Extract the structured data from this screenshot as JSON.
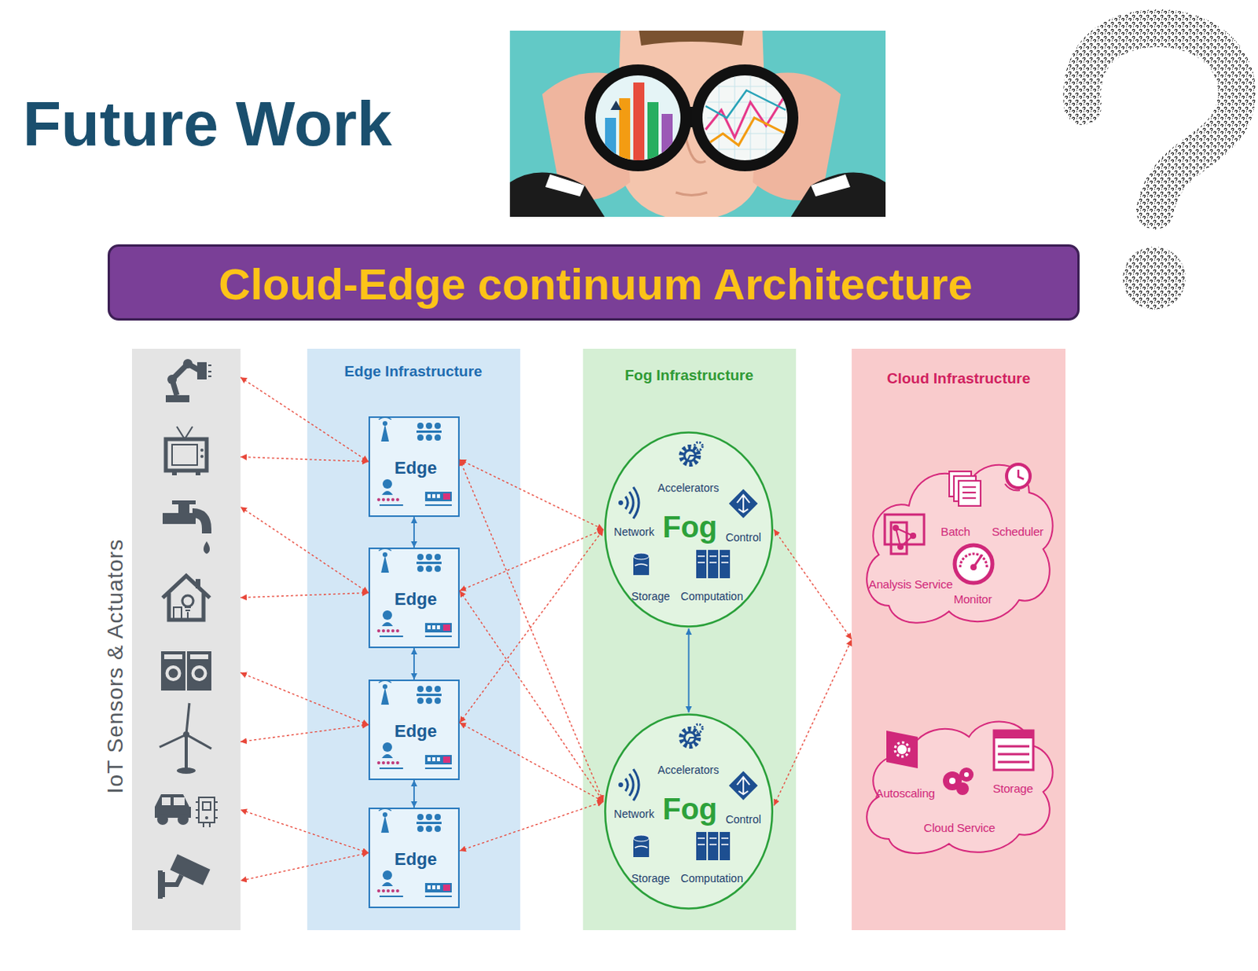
{
  "diagram": {
    "title": "Future Work",
    "nodes": [
      {
        "text": [
          "Cloud-Edge continuum Architecture"
        ]
      },
      {
        "text": [
          "IoT Sensors & Actuators"
        ]
      },
      {
        "text": [
          "Edge Infrastructure"
        ]
      },
      {
        "text": [
          "Edge"
        ],
        "in": 2
      },
      {
        "text": [
          "Edge"
        ],
        "in": 2
      },
      {
        "text": [
          "Edge"
        ],
        "in": 2
      },
      {
        "text": [
          "Edge"
        ],
        "in": 2
      },
      {
        "text": [
          "Fog Infrastructure"
        ]
      },
      {
        "text": [
          "Accelerators",
          "Network",
          "Fog",
          "Control",
          "Storage",
          "Computation"
        ],
        "in": 7
      },
      {
        "text": [
          "Accelerators",
          "Network",
          "Fog",
          "Control",
          "Storage",
          "Computation"
        ],
        "in": 7
      },
      {
        "text": [
          "Cloud Infrastructure"
        ]
      },
      {
        "text": [
          "Batch",
          "Scheduler",
          "Analysis Service",
          "Monitor"
        ],
        "in": 10
      },
      {
        "text": [
          "Autoscaling",
          "Storage",
          "Cloud Service"
        ],
        "in": 10
      }
    ],
    "edges": [
      {
        "from": 3,
        "to": 1,
        "arrow": "both"
      },
      {
        "from": 3,
        "to": 1,
        "arrow": "both"
      },
      {
        "from": 4,
        "to": 1,
        "arrow": "both"
      },
      {
        "from": 4,
        "to": 1,
        "arrow": "both"
      },
      {
        "from": 5,
        "to": 1,
        "arrow": "both"
      },
      {
        "from": 5,
        "to": 1,
        "arrow": "both"
      },
      {
        "from": 6,
        "to": 1,
        "arrow": "both"
      },
      {
        "from": 6,
        "to": 1,
        "arrow": "both"
      },
      {
        "from": 3,
        "to": 4,
        "arrow": "both"
      },
      {
        "from": 4,
        "to": 5,
        "arrow": "both"
      },
      {
        "from": 5,
        "to": 6,
        "arrow": "both"
      },
      {
        "from": 3,
        "to": 8,
        "arrow": "both"
      },
      {
        "from": 3,
        "to": 9,
        "arrow": "both"
      },
      {
        "from": 4,
        "to": 8,
        "arrow": "both"
      },
      {
        "from": 4,
        "to": 9,
        "arrow": "both"
      },
      {
        "from": 5,
        "to": 8,
        "arrow": "both"
      },
      {
        "from": 5,
        "to": 9,
        "arrow": "both"
      },
      {
        "from": 6,
        "to": 9,
        "arrow": "both"
      },
      {
        "from": 8,
        "to": 9,
        "arrow": "both"
      },
      {
        "from": 8,
        "to": 10,
        "arrow": "both"
      },
      {
        "from": 9,
        "to": 10,
        "arrow": "both"
      }
    ]
  }
}
